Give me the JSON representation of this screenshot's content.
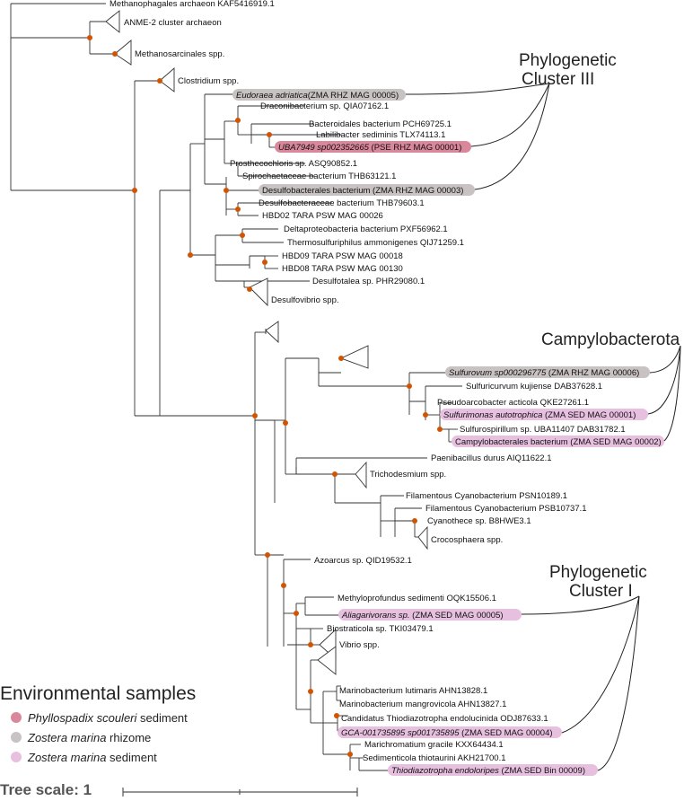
{
  "tips": [
    {
      "id": "t_metanophagales",
      "label": "Methanophagales archaeon KAF5416919.1"
    },
    {
      "id": "t_anme2",
      "label": "ANME-2 cluster archaeon"
    },
    {
      "id": "t_methanosarcinales",
      "label": "Methanosarcinales spp."
    },
    {
      "id": "t_clostridium",
      "label": "Clostridium spp."
    },
    {
      "id": "t_eudoraea",
      "label": "(ZMA RHZ MAG 00005)",
      "italic_part": "Eudoraea adriatica"
    },
    {
      "id": "t_draconibacterium",
      "label": "Draconibacterium sp. QIA07162.1"
    },
    {
      "id": "t_bacteroidales",
      "label": "Bacteroidales bacterium PCH69725.1"
    },
    {
      "id": "t_labilibacter",
      "label": "Labilibacter sediminis TLX74113.1"
    },
    {
      "id": "t_uba7949",
      "label": "(PSE RHZ MAG 00001)",
      "italic_part": "UBA7949 sp002352665"
    },
    {
      "id": "t_prosthecochloris",
      "label": "Prosthecochloris sp. ASQ90852.1"
    },
    {
      "id": "t_spirochaetaceae",
      "label": "Spirochaetaceae bacterium THB63121.1"
    },
    {
      "id": "t_desulfobacterales_mag",
      "label": "Desulfobacterales bacterium (ZMA RHZ MAG 00003)"
    },
    {
      "id": "t_desulfobacteraceae",
      "label": "Desulfobacteraceae bacterium THB79603.1"
    },
    {
      "id": "t_hbd02",
      "label": "HBD02 TARA PSW MAG 00026"
    },
    {
      "id": "t_deltaproteobacteria",
      "label": "Deltaproteobacteria bacterium PXF56962.1"
    },
    {
      "id": "t_thermosulfuriphilus",
      "label": "Thermosulfuriphilus ammonigenes QIJ71259.1"
    },
    {
      "id": "t_hbd09",
      "label": "HBD09 TARA PSW MAG 00018"
    },
    {
      "id": "t_hbd08",
      "label": "HBD08 TARA PSW MAG 00130"
    },
    {
      "id": "t_desulfotalea",
      "label": "Desulfotalea sp. PHR29080.1"
    },
    {
      "id": "t_desulfovibrio",
      "label": "Desulfovibrio spp."
    },
    {
      "id": "t_sulfurovum",
      "label": "(ZMA RHZ MAG 00006)",
      "italic_part": "Sulfurovum sp000296775"
    },
    {
      "id": "t_sulfuricurvum",
      "label": "Sulfuricurvum kujiense DAB37628.1"
    },
    {
      "id": "t_pseudoarcobacter",
      "label": "Pseudoarcobacter acticola QKE27261.1"
    },
    {
      "id": "t_sulfurimonas",
      "label": "(ZMA SED MAG 00001)",
      "italic_part": "Sulfurimonas autotrophica"
    },
    {
      "id": "t_sulfurospirillum",
      "label": "Sulfurospirillum sp. UBA11407 DAB31782.1"
    },
    {
      "id": "t_campylobacterales",
      "label": "Campylobacterales bacterium (ZMA SED MAG 00002)"
    },
    {
      "id": "t_paenibacillus",
      "label": "Paenibacillus durus AIQ11622.1"
    },
    {
      "id": "t_trichodesmium",
      "label": "Trichodesmium spp."
    },
    {
      "id": "t_filamentous1",
      "label": "Filamentous Cyanobacterium PSN10189.1"
    },
    {
      "id": "t_filamentous2",
      "label": "Filamentous Cyanobacterium PSB10737.1"
    },
    {
      "id": "t_cyanothece",
      "label": "Cyanothece sp. B8HWE3.1"
    },
    {
      "id": "t_crocosphaera",
      "label": "Crocosphaera spp."
    },
    {
      "id": "t_azoarcus",
      "label": "Azoarcus sp. QID19532.1"
    },
    {
      "id": "t_methyloprofundus",
      "label": "Methyloprofundus sedimenti OQK15506.1"
    },
    {
      "id": "t_aliagarivorans",
      "label": "(ZMA SED MAG 00005)",
      "italic_part": "Aliagarivorans sp."
    },
    {
      "id": "t_biostraticola",
      "label": "Biostraticola sp. TKI03479.1"
    },
    {
      "id": "t_vibrio",
      "label": "Vibrio spp."
    },
    {
      "id": "t_marinobacterium_l",
      "label": "Marinobacterium lutimaris AHN13828.1"
    },
    {
      "id": "t_marinobacterium_m",
      "label": "Marinobacterium mangrovicola AHN13827.1"
    },
    {
      "id": "t_thiodiazotropha_e",
      "label": "Candidatus Thiodiazotropha endolucinida ODJ87633.1"
    },
    {
      "id": "t_gca",
      "label": "(ZMA SED MAG 00004)",
      "italic_part": "GCA-001735895 sp001735895"
    },
    {
      "id": "t_marichromatium",
      "label": "Marichromatium gracile KXX64434.1"
    },
    {
      "id": "t_sedimenticola",
      "label": "Sedimenticola thiotaurini AKH21700.1"
    },
    {
      "id": "t_thiodiazotropha_o",
      "label": "(ZMA SED Bin 00009)",
      "italic_part": "Thiodiazotropha endoloripes"
    }
  ],
  "clusters": [
    {
      "id": "c3",
      "line1": "Phylogenetic",
      "line2": "Cluster III"
    },
    {
      "id": "camp",
      "line1": "Campylobacterota",
      "line2": ""
    },
    {
      "id": "c1",
      "line1": "Phylogenetic",
      "line2": "Cluster I"
    }
  ],
  "legend": {
    "title": "Environmental samples",
    "items": [
      {
        "italic": "Phyllospadix scouleri",
        "text": " sediment",
        "color": "#d9879a"
      },
      {
        "italic": "Zostera marina",
        "text": " rhizome",
        "color": "#c8c2c2"
      },
      {
        "italic": "Zostera marina",
        "text": " sediment",
        "color": "#e7bfdf"
      }
    ]
  },
  "scale": {
    "label": "Tree scale: 1"
  },
  "colors": {
    "node": "#d35400",
    "psed": "#d9879a",
    "zrhz": "#c8c2c2",
    "zsed": "#e7bfdf"
  }
}
